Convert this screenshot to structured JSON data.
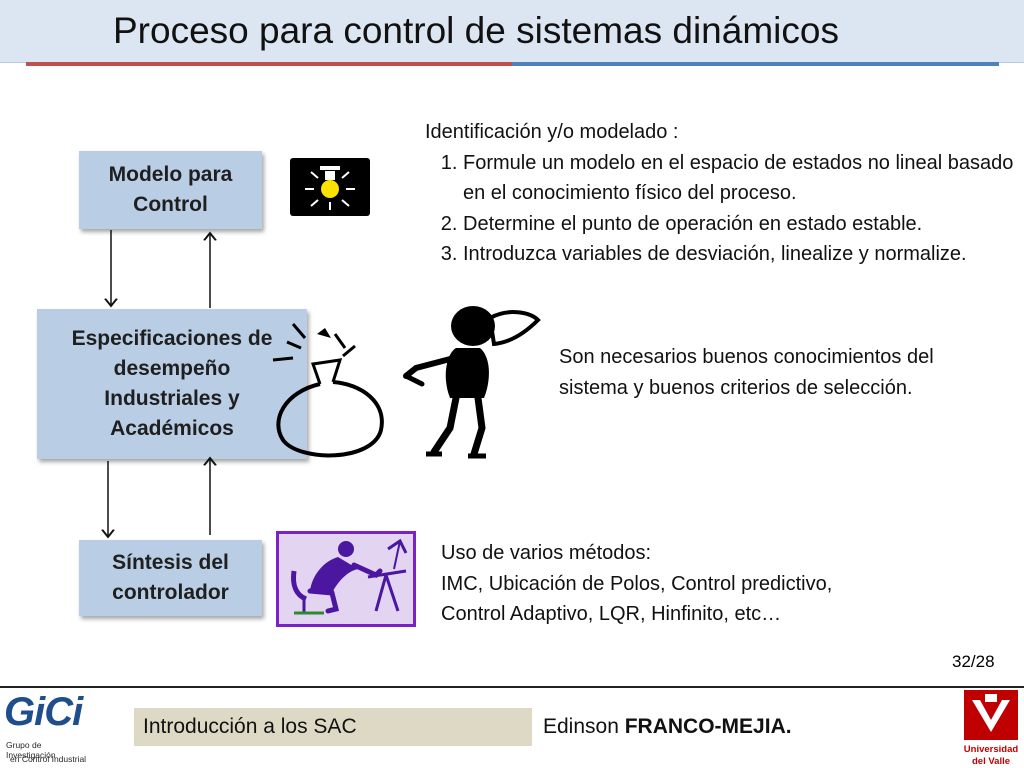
{
  "slide": {
    "title": "Proceso para control de sistemas dinámicos",
    "page_number": "32/28"
  },
  "flow": {
    "box_modelo": "Modelo para\nControl",
    "box_especificaciones": "Especificaciones de\ndesempeño\nIndustriales y\nAcadémicos",
    "box_sintesis": "Síntesis del\ncontrolador"
  },
  "identificacion": {
    "heading": "Identificación y/o modelado :",
    "steps": [
      "Formule un modelo en el espacio de estados no lineal basado en el conocimiento físico del proceso.",
      "Determine el punto de operación en estado estable.",
      "Introduzca variables de desviación, linealize y normalize."
    ]
  },
  "conocimientos": {
    "text": "Son necesarios buenos conocimientos del sistema y buenos criterios de selección."
  },
  "metodos": {
    "line1": "Uso de varios métodos:",
    "line2": "IMC, Ubicación de Polos, Control predictivo,",
    "line3": "Control Adaptivo,  LQR, Hinfinito, etc…"
  },
  "footer": {
    "course": "Introducción a los SAC",
    "author_first": "Edinson ",
    "author_last": "FRANCO-MEJIA.",
    "gici_logo_text": "GiCi",
    "gici_line1": "Grupo de Investigación",
    "gici_line2": "en Control Industrial",
    "univalle_line1": "Universidad",
    "univalle_line2": "del Valle"
  },
  "icons": [
    "lightbulb-icon",
    "bomb-icon",
    "thinking-person-icon",
    "person-at-desk-icon"
  ],
  "colors": {
    "title_bar": "#dce6f2",
    "box_fill": "#b9cde5",
    "rule_red": "#c0504d",
    "rule_blue": "#4f81bd",
    "footer_box": "#ddd9c4",
    "desk_frame": "#7a22c8",
    "desk_bg": "#e3d4f2",
    "univalle_red": "#c00000"
  }
}
